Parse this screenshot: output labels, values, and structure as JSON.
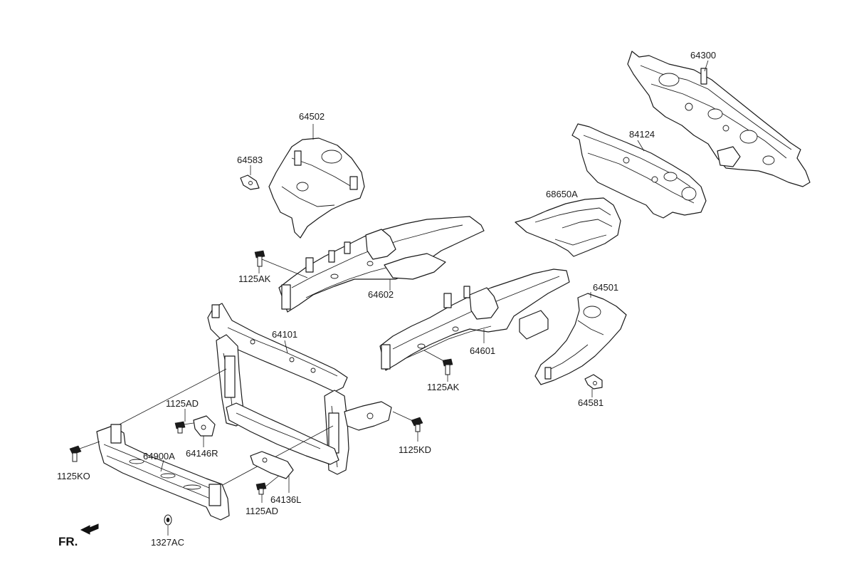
{
  "labels": {
    "p64300": "64300",
    "p84124": "84124",
    "p68650A": "68650A",
    "p64502": "64502",
    "p64583": "64583",
    "p1125AK_a": "1125AK",
    "p64602": "64602",
    "p64501": "64501",
    "p64601": "64601",
    "p1125AK_b": "1125AK",
    "p64581": "64581",
    "p64101": "64101",
    "p1125AD_a": "1125AD",
    "p64146R": "64146R",
    "p64900A": "64900A",
    "p1125KO": "1125KO",
    "p1125KD": "1125KD",
    "p64136L": "64136L",
    "p1125AD_b": "1125AD",
    "p1327AC": "1327AC"
  },
  "direction_marker": {
    "label": "FR.",
    "icon": "front-arrow-icon"
  },
  "colors": {
    "line": "#1a1a1a",
    "background": "#ffffff"
  }
}
